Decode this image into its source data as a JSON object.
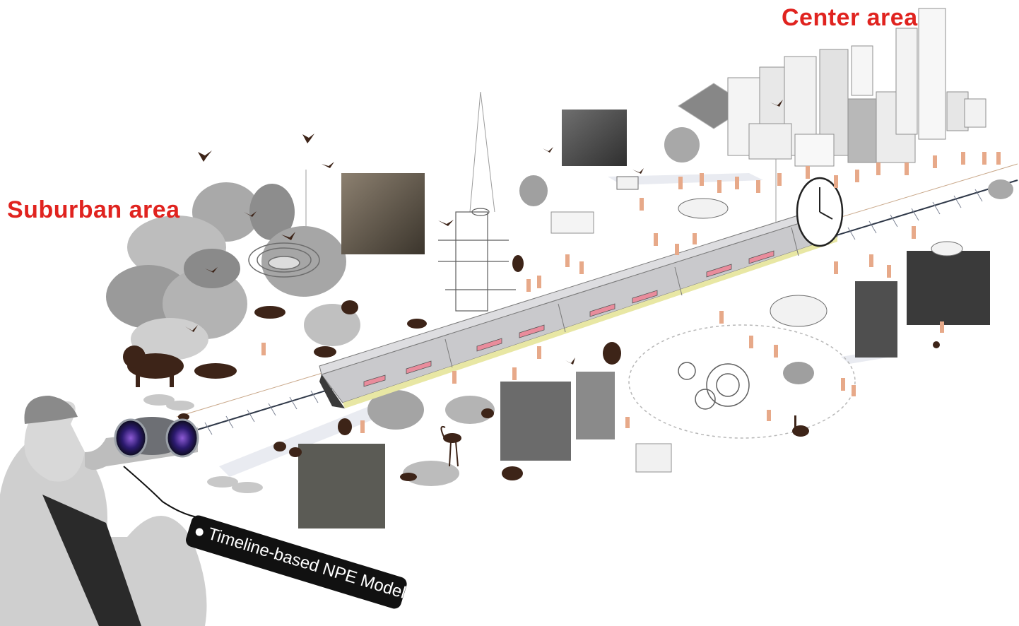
{
  "labels": {
    "center_area": "Center area",
    "suburban_area": "Suburban area",
    "model_tag": "Timeline-based NPE Model"
  },
  "colors": {
    "area_label": "#e0231f",
    "tag_bg": "#111111",
    "tag_text": "#ffffff",
    "train_body": "#b9b9bd",
    "train_window": "#e98c9c",
    "track": "#2f3848",
    "animal_silhouette": "#3d2418",
    "pedestrian": "#e7a989",
    "vegetation": "#9a9a9a"
  },
  "icons": [
    "binoculars-icon",
    "clock-icon",
    "train-icon",
    "tree-icon",
    "lion-icon",
    "bear-icon",
    "bird-icon",
    "flamingo-icon",
    "swan-icon",
    "building-icon",
    "truck-icon",
    "car-icon",
    "photo-icon"
  ]
}
